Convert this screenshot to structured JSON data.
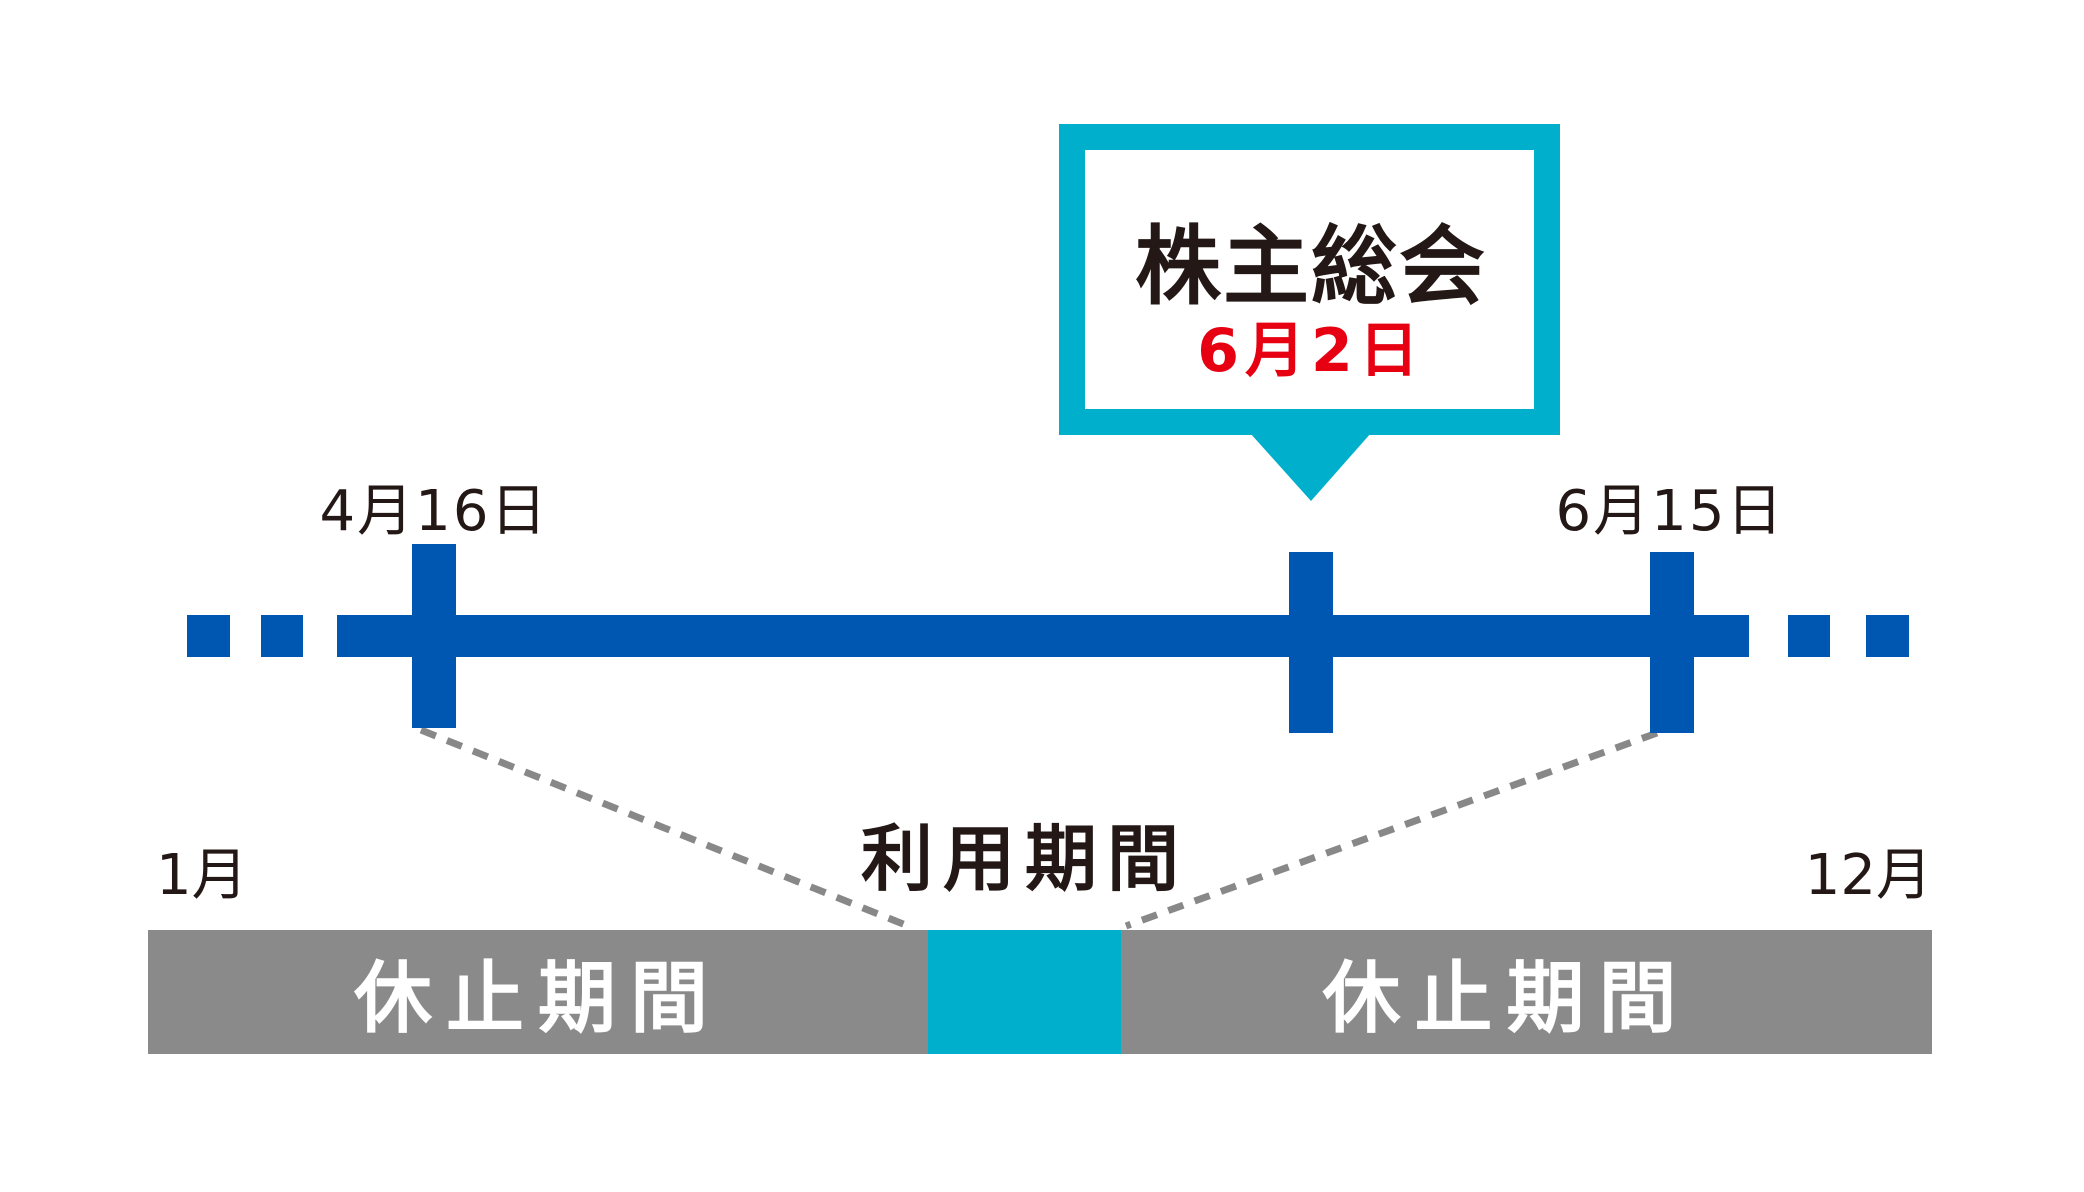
{
  "callout": {
    "title": "株主総会",
    "date": "6月2日"
  },
  "timeline": {
    "start_label": "4月16日",
    "end_label": "6月15日"
  },
  "period_label": "利用期間",
  "year_bar": {
    "start_month": "1月",
    "end_month": "12月",
    "left_segment": "休止期間",
    "right_segment": "休止期間"
  },
  "colors": {
    "timeline": "#0057b2",
    "accent": "#00afcc",
    "inactive": "#8a8a8a",
    "date_red": "#e60012",
    "text": "#231815"
  }
}
